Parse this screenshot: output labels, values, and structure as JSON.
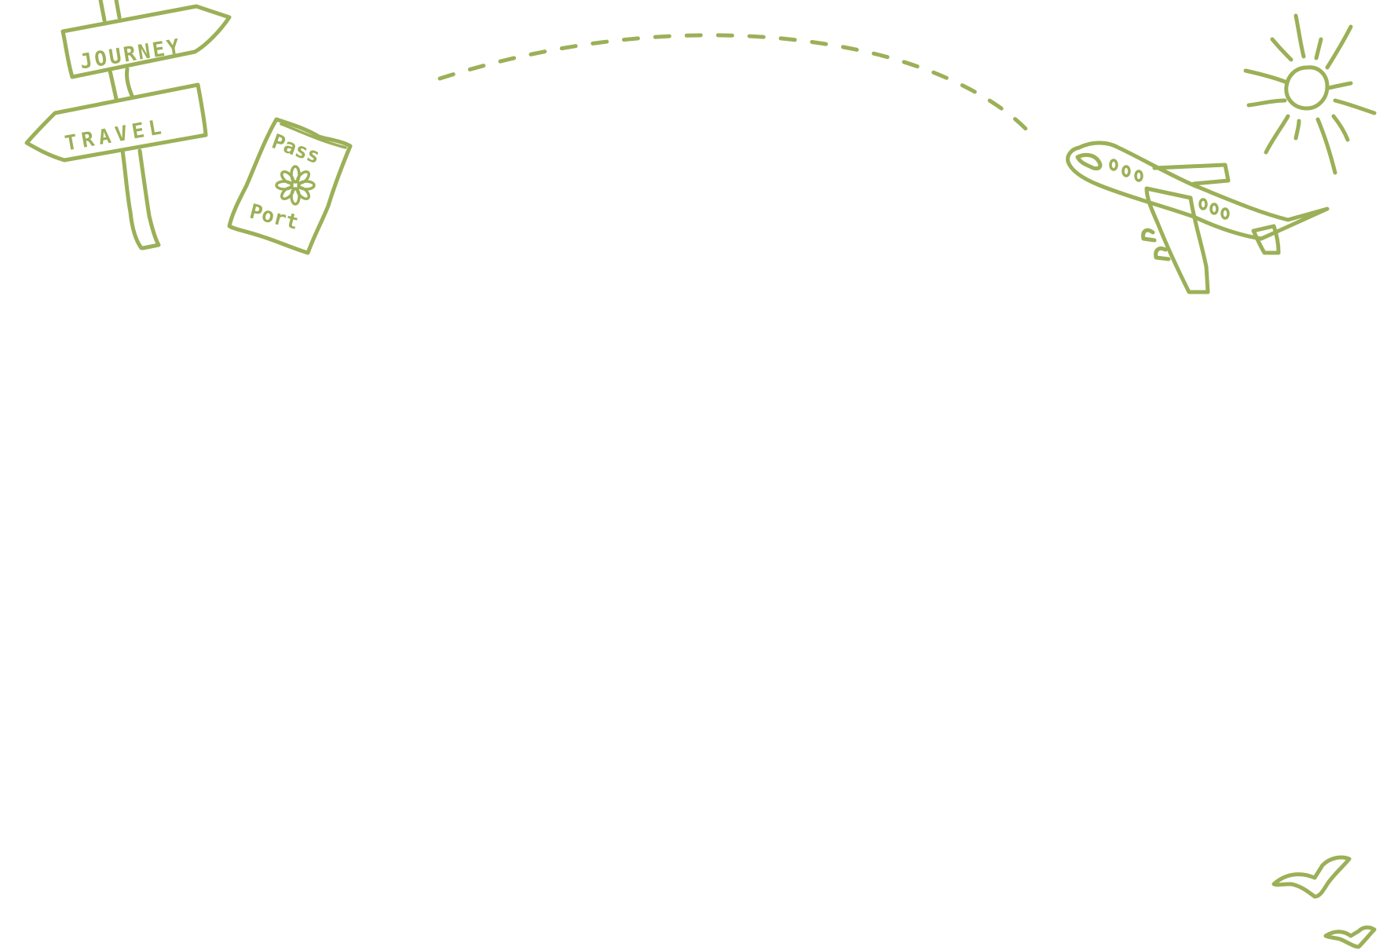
{
  "colors": {
    "background": "#ffffff",
    "ink": "#9bb057"
  },
  "signpost": {
    "sign_top": "JOURNEY",
    "sign_bottom": "TRAVEL"
  },
  "passport": {
    "line_1": "Pass",
    "line_2": "Port",
    "emblem_icon": "flower-icon"
  },
  "flight_path": {
    "style": "dashed-arc"
  },
  "icons": [
    "signpost-icon",
    "passport-icon",
    "airplane-icon",
    "sun-icon",
    "bird-icon"
  ]
}
